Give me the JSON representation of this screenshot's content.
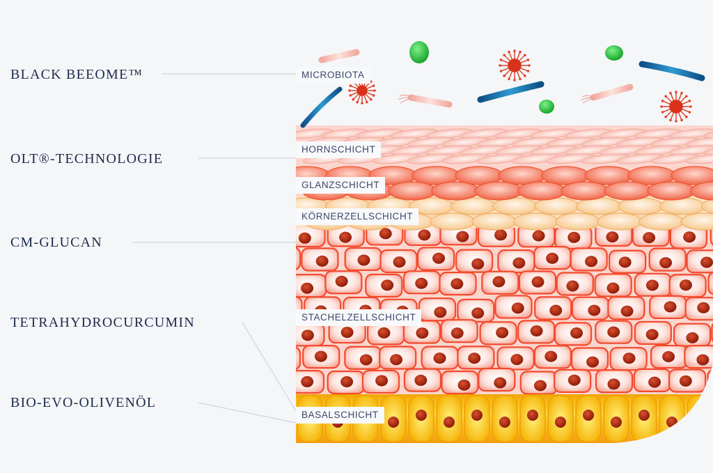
{
  "ingredients": [
    {
      "label": "BLACK BEEOME™"
    },
    {
      "label": "OLT®-TECHNOLOGIE"
    },
    {
      "label": "CM-GLUCAN"
    },
    {
      "label": "TETRAHYDROCURCUMIN"
    },
    {
      "label": "BIO-EVO-OLIVENÖL"
    }
  ],
  "layers": [
    {
      "label": "MICROBIOTA"
    },
    {
      "label": "HORNSCHICHT"
    },
    {
      "label": "GLANZSCHICHT"
    },
    {
      "label": "KÖRNERZELLSCHICHT"
    },
    {
      "label": "STACHELZELLSCHICHT"
    },
    {
      "label": "BASALSCHICHT"
    }
  ],
  "colors": {
    "background": "#f5f6f8",
    "text": "#1d2a4e",
    "spinous_cell": "#fbe1dc",
    "spinous_border": "#f03b1e",
    "nucleus": "#a8240f",
    "basal": "#f5b400",
    "granular": "#f9d9a8",
    "horny": "#f8c9c0",
    "bacteria_blue": "#1a6ea8",
    "bacteria_green": "#2bbf3e",
    "virus_red": "#d8321a"
  }
}
